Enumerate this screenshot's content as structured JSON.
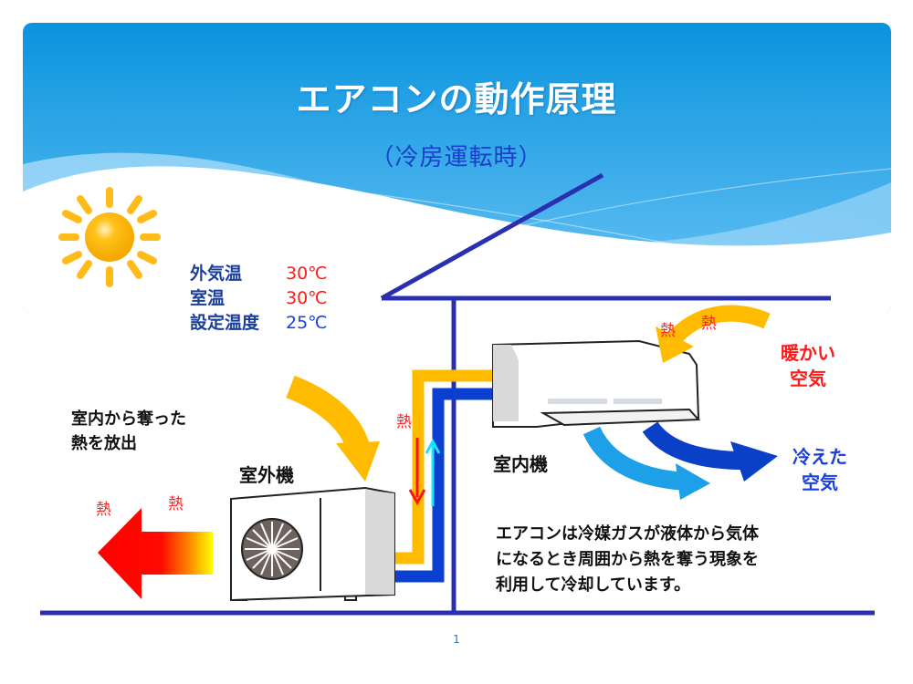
{
  "slide": {
    "title": "エアコンの動作原理",
    "subtitle": "（冷房運転時）",
    "page_number": "1"
  },
  "conditions": [
    {
      "label": "外気温",
      "value": "30℃",
      "tone": "hot"
    },
    {
      "label": "室温",
      "value": "30℃",
      "tone": "hot"
    },
    {
      "label": "設定温度",
      "value": "25℃",
      "tone": "cool"
    }
  ],
  "labels": {
    "release_heat_line1": "室内から奪った",
    "release_heat_line2": "熱を放出",
    "outdoor_unit": "室外機",
    "indoor_unit": "室内機",
    "warm_air_line1": "暖かい",
    "warm_air_line2": "空気",
    "cool_air_line1": "冷えた",
    "cool_air_line2": "空気",
    "heat": "熱"
  },
  "explanation": {
    "line1": "エアコンは冷媒ガスが液体から気体",
    "line2": "になるとき周囲から熱を奪う現象を",
    "line3": "利用して冷却しています。"
  },
  "colors": {
    "sky_top": "#0a94de",
    "sky_bottom": "#8fd0f8",
    "house_line": "#2a2fb0",
    "hot_pipe": "#ffbb00",
    "cold_pipe": "#0a3fd0",
    "heat_text": "#ff2020",
    "cool_text": "#1a3fe0"
  }
}
